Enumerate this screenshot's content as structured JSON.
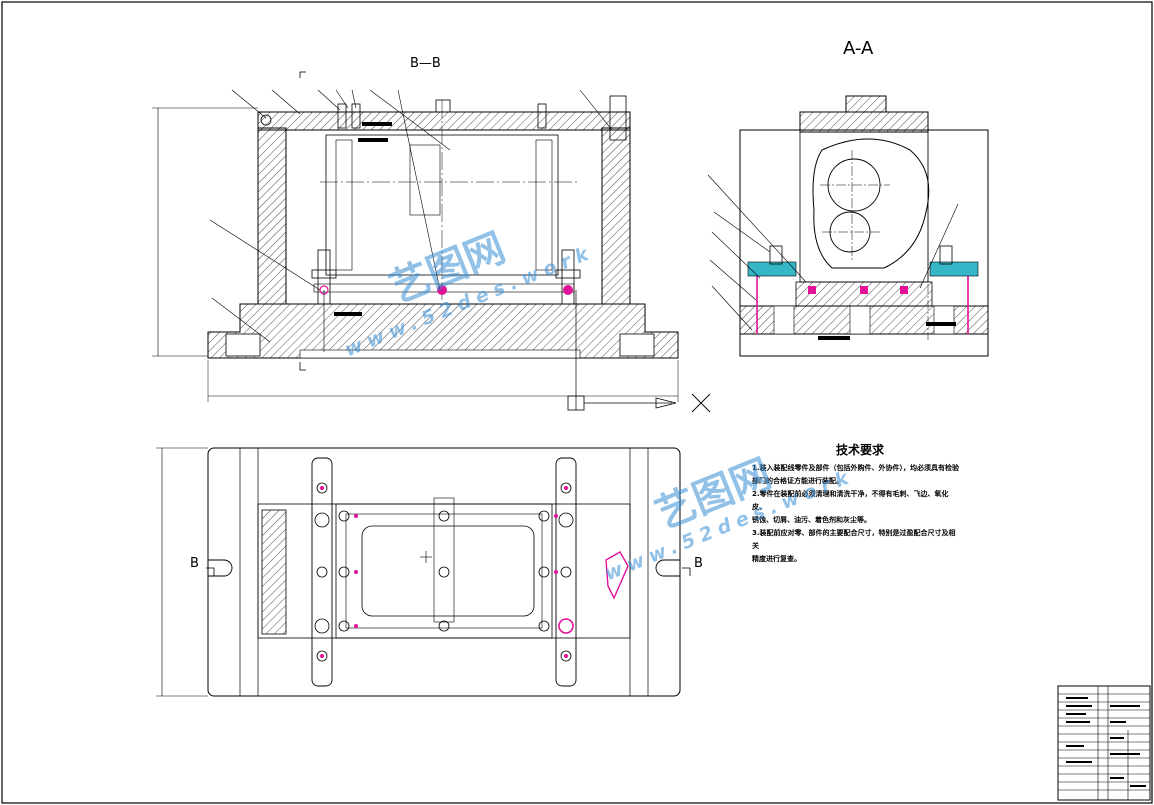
{
  "drawing": {
    "section_bb_label": "B—B",
    "section_aa_label": "A-A",
    "mark_b_left": "B",
    "mark_b_right": "B"
  },
  "tech_requirements": {
    "title": "技术要求",
    "lines": [
      "1.装入装配线零件及部件（包括外购件、外协件），均必须具有检验",
      "部门的合格证方能进行装配。",
      "2.零件在装配前必须清理和清洗干净，不得有毛刺、飞边、氧化皮、",
      "锈蚀、切屑、油污、着色剂和灰尘等。",
      "3.装配前应对零、部件的主要配合尺寸，特别是过盈配合尺寸及相关",
      "精度进行复查。"
    ]
  },
  "watermark": {
    "cn_text": "艺图网",
    "url_text": "www.52des.work"
  },
  "colors": {
    "line": "#000000",
    "highlight_magenta": "#e0129a",
    "highlight_cyan": "#35b7c8",
    "watermark_blue": "#3a8fd6"
  }
}
